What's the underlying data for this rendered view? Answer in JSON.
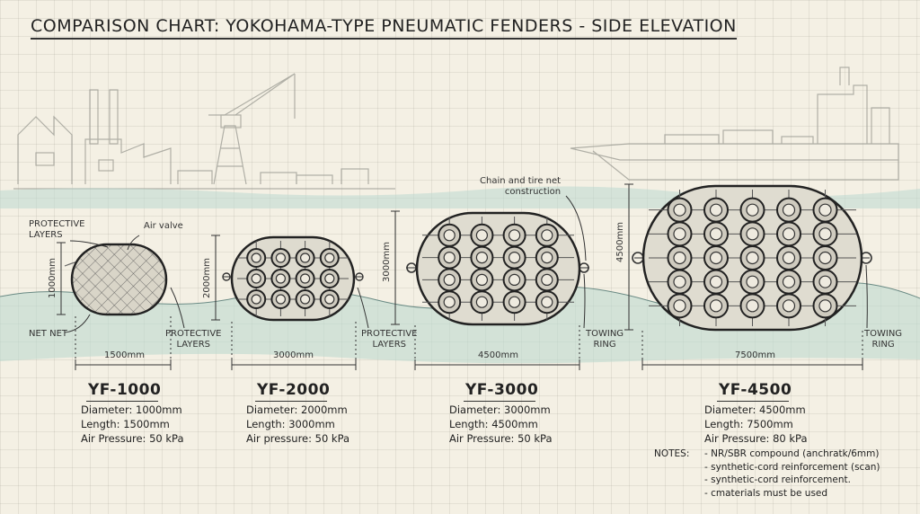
{
  "title": "COMPARISON CHART:  YOKOHAMA-TYPE PNEUMATIC FENDERS - SIDE ELEVATION",
  "colors": {
    "water": "#bcd8cf",
    "ink": "#333333",
    "paper": "#f4f0e4"
  },
  "callouts": {
    "protective_layers_top": "PROTECTIVE\nLAYERS",
    "air_valve": "Air valve",
    "net_net": "NET NET",
    "protective_layers_1": "PROTECTIVE\nLAYERS",
    "protective_layers_2": "PROTECTIVE\nLAYERS",
    "chain_tire_net": "Chain and tire net\nconstruction",
    "towing_ring_1": "TOWING\nRING",
    "towing_ring_2": "TOWING\nRING"
  },
  "fenders": [
    {
      "model": "YF-1000",
      "diameter_label": "1000mm",
      "length_label": "1500mm",
      "specs": [
        "Diameter: 1000mm",
        "Length: 1500mm",
        "Air Pressure: 50 kPa"
      ]
    },
    {
      "model": "YF-2000",
      "diameter_label": "2000mm",
      "length_label": "3000mm",
      "specs": [
        "Diameter: 2000mm",
        "Length: 3000mm",
        "Air pressure: 50 kPa"
      ]
    },
    {
      "model": "YF-3000",
      "diameter_label": "3000mm",
      "length_label": "4500mm",
      "specs": [
        "Diameter: 3000mm",
        "Length: 4500mm",
        "Air Pressure: 50 kPa"
      ]
    },
    {
      "model": "YF-4500",
      "diameter_label": "4500mm",
      "length_label": "7500mm",
      "specs": [
        "Diameter: 4500mm",
        "Length: 7500mm",
        "Air Pressure: 80 kPa"
      ]
    }
  ],
  "notes": {
    "heading": "NOTES:",
    "items": [
      "- NR/SBR compound (anchratk/6mm)",
      "- synthetic-cord reinforcement (scan)",
      "- synthetic-cord reinforcement.",
      "- cmaterials must be used"
    ]
  }
}
